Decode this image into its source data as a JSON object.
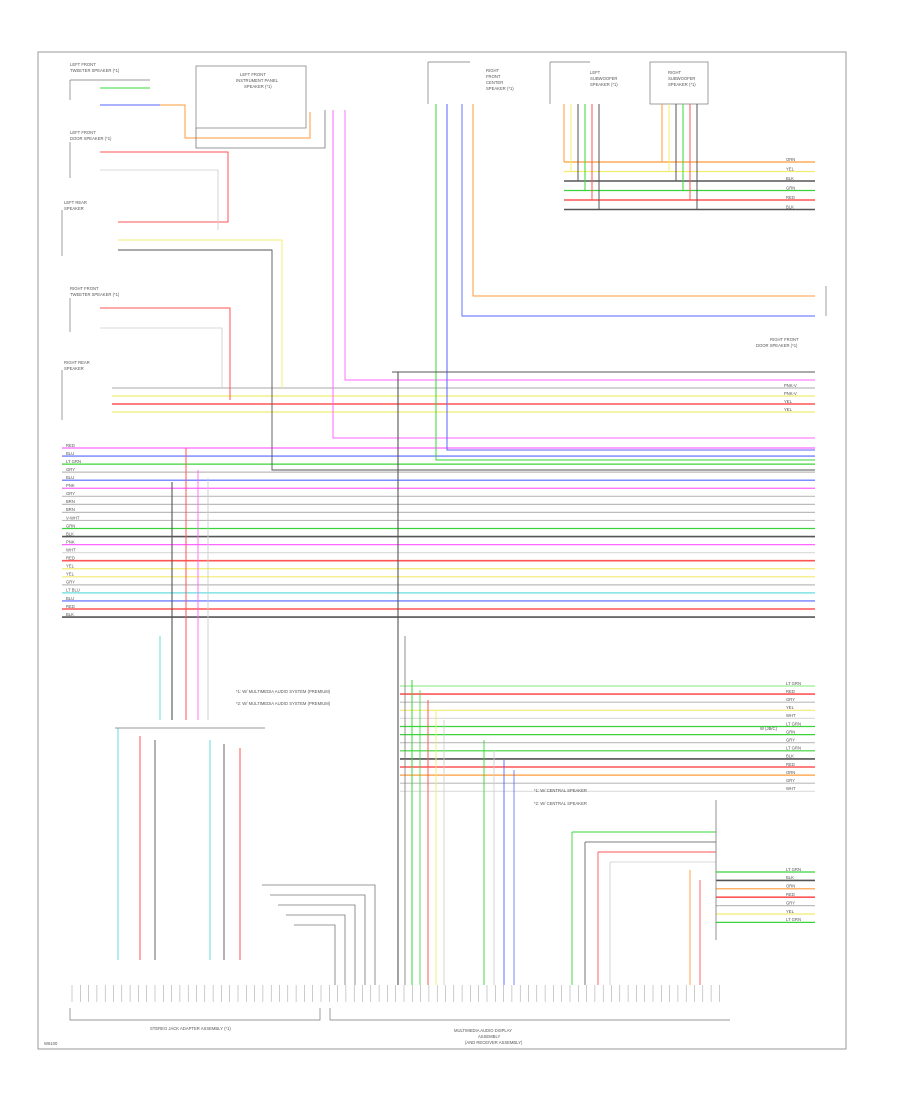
{
  "diagram_id": "W6100",
  "components": {
    "lf_tweeter": {
      "lines": [
        "LEFT FRONT",
        "TWEETER SPEAKER (*1)"
      ]
    },
    "lf_door_speaker": {
      "lines": [
        "LEFT FRONT",
        "DOOR SPEAKER (*1)"
      ]
    },
    "lf_instrument_speaker": {
      "lines": [
        "LEFT FRONT",
        "INSTRUMENT PANEL",
        "SPEAKER (*1)"
      ]
    },
    "lr_speaker": {
      "lines": [
        "LEFT REAR",
        "SPEAKER"
      ]
    },
    "rf_tweeter": {
      "lines": [
        "RIGHT FRONT",
        "TWEETER SPEAKER (*1)"
      ]
    },
    "rr_speaker": {
      "lines": [
        "RIGHT REAR",
        "SPEAKER"
      ]
    },
    "rear_center_speaker": {
      "lines": [
        "RIGHT",
        "FRONT",
        "CENTER",
        "SPEAKER (*1)"
      ]
    },
    "left_subwoofer": {
      "lines": [
        "LEFT",
        "SUBWOOFER",
        "SPEAKER (*1)"
      ]
    },
    "right_subwoofer": {
      "lines": [
        "RIGHT",
        "SUBWOOFER",
        "SPEAKER (*1)"
      ]
    },
    "rf_door_speaker": {
      "lines": [
        "RIGHT FRONT",
        "DOOR SPEAKER (*1)"
      ]
    },
    "stereo_amp": {
      "lines": [
        "STEREO JACK ADAPTER ASSEMBLY (*1)"
      ]
    },
    "multimedia_unit": {
      "lines": [
        "MULTIMEDIA AUDIO DISPLAY",
        "ASSEMBLY",
        "(AND RECEIVER ASSEMBLY)"
      ]
    }
  },
  "notes": {
    "legend_a": [
      "*1: W/ MULTIMEDIA AUDIO SYSTEM (PREMIUM)",
      "*2: W/ MULTIMEDIA AUDIO SYSTEM (PREMIUM)"
    ],
    "legend_b": [
      "*1: W/ CENTRAL SPEAKER",
      "*2: W/ CENTRAL SPEAKER"
    ],
    "connector_tag": "W (JB/C)"
  },
  "colors": {
    "RED": "#ff5555",
    "BLU": "#5566ff",
    "GRN": "#3ad43a",
    "YEL": "#f2ec70",
    "ORN": "#ff9a3a",
    "PNK": "#ff66ff",
    "BLK": "#555555",
    "GRY": "#bbbbbb",
    "WHT": "#dddddd",
    "LTBLU": "#66dddd",
    "LTGRN": "#99ee99",
    "BRN": "#b87a3a"
  },
  "wires": {
    "upper_rows": [
      {
        "color": "GRY",
        "label": "PNK-V"
      },
      {
        "color": "YEL",
        "label": "PNK-V"
      },
      {
        "color": "RED",
        "label": "YEL"
      },
      {
        "color": "YEL",
        "label": "YEL"
      }
    ],
    "left_rows": [
      {
        "color": "PNK",
        "label": "RED"
      },
      {
        "color": "BLU",
        "label": "BLU"
      },
      {
        "color": "GRN",
        "label": "LT GRN"
      },
      {
        "color": "GRY",
        "label": "GRY"
      },
      {
        "color": "BLU",
        "label": "BLU"
      },
      {
        "color": "PNK",
        "label": "PNK"
      },
      {
        "color": "GRY",
        "label": "GRY"
      },
      {
        "color": "GRY",
        "label": "BRN"
      },
      {
        "color": "GRY",
        "label": "BRN"
      },
      {
        "color": "GRY",
        "label": "V-WHT"
      },
      {
        "color": "GRN",
        "label": "GRN"
      },
      {
        "color": "BLK",
        "label": "BLK"
      },
      {
        "color": "PNK",
        "label": "PNK"
      },
      {
        "color": "WHT",
        "label": "WHT"
      },
      {
        "color": "RED",
        "label": "RED"
      },
      {
        "color": "YEL",
        "label": "YEL"
      },
      {
        "color": "YEL",
        "label": "YEL"
      },
      {
        "color": "GRY",
        "label": "GRY"
      },
      {
        "color": "LTBLU",
        "label": "LT BLU"
      },
      {
        "color": "BLU",
        "label": "BLU"
      },
      {
        "color": "RED",
        "label": "RED"
      },
      {
        "color": "BLK",
        "label": "BLK"
      }
    ],
    "right_rows": [
      {
        "color": "LTGRN",
        "label": "LT GRN"
      },
      {
        "color": "RED",
        "label": "RED"
      },
      {
        "color": "GRY",
        "label": "GRY"
      },
      {
        "color": "YEL",
        "label": "YEL"
      },
      {
        "color": "WHT",
        "label": "WHT"
      },
      {
        "color": "GRN",
        "label": "LT GRN"
      },
      {
        "color": "GRN",
        "label": "GRN"
      },
      {
        "color": "GRY",
        "label": "GRY"
      },
      {
        "color": "GRN",
        "label": "LT GRN"
      },
      {
        "color": "BLK",
        "label": "BLK"
      },
      {
        "color": "RED",
        "label": "RED"
      },
      {
        "color": "ORN",
        "label": "ORN"
      },
      {
        "color": "GRY",
        "label": "GRY"
      },
      {
        "color": "WHT",
        "label": "WHT"
      }
    ],
    "lower_right_rows": [
      {
        "color": "GRN",
        "label": "LT GRN"
      },
      {
        "color": "BLK",
        "label": "BLK"
      },
      {
        "color": "ORN",
        "label": "ORN"
      },
      {
        "color": "RED",
        "label": "RED"
      },
      {
        "color": "GRY",
        "label": "GRY"
      },
      {
        "color": "YEL",
        "label": "YEL"
      },
      {
        "color": "GRN",
        "label": "LT GRN"
      }
    ],
    "top_right_rows": [
      {
        "color": "ORN",
        "label": "ORN"
      },
      {
        "color": "YEL",
        "label": "YEL"
      },
      {
        "color": "BLK",
        "label": "BLK"
      },
      {
        "color": "GRN",
        "label": "GRN"
      },
      {
        "color": "RED",
        "label": "RED"
      },
      {
        "color": "BLK",
        "label": "BLK"
      }
    ]
  }
}
